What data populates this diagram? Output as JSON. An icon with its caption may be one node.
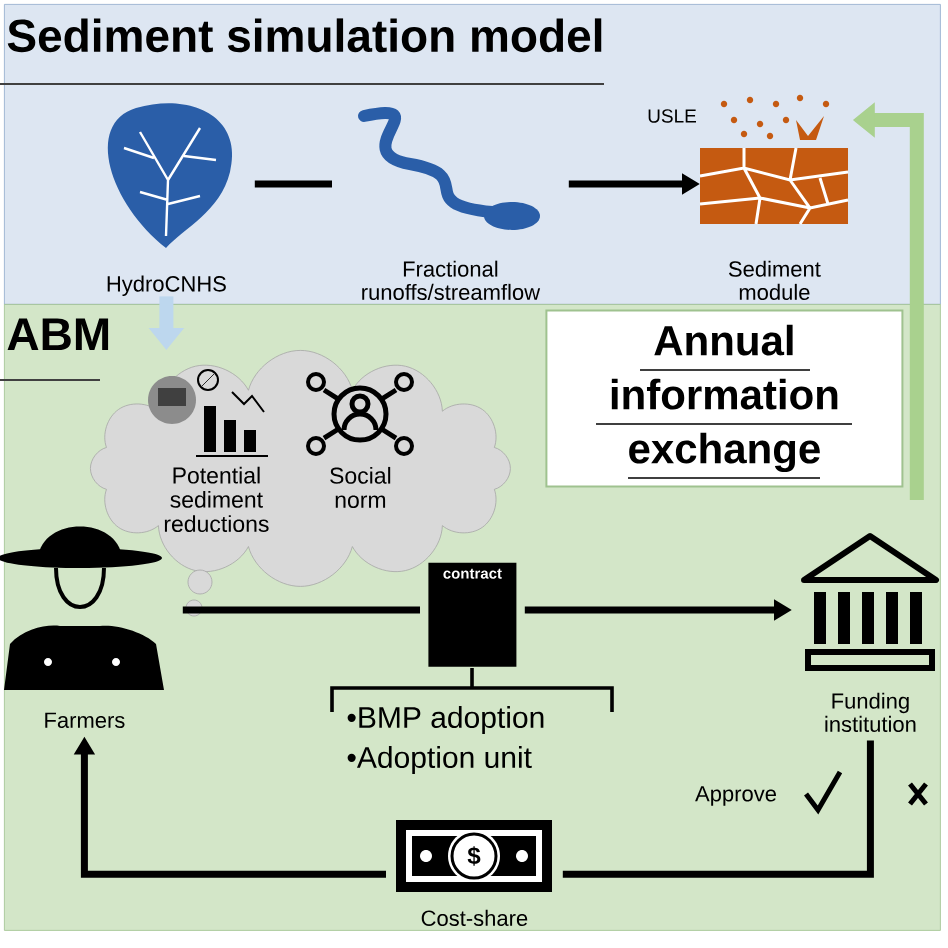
{
  "diagram": {
    "nodes": [
      {
        "text": [
          "Sediment simulation model"
        ]
      },
      {
        "text": [
          "HydroCNHS"
        ],
        "in": 0
      },
      {
        "text": [
          "Fractional runoffs/streamflow"
        ],
        "in": 0
      },
      {
        "text": [
          "Sediment module"
        ],
        "in": 0
      },
      {
        "text": [
          "ABM"
        ]
      },
      {
        "text": [
          "Annual information exchange"
        ],
        "in": 4
      },
      {
        "text": [],
        "shape": "cloud",
        "in": 4
      },
      {
        "text": [
          "Potential sediment reductions"
        ],
        "in": 6
      },
      {
        "text": [
          "Social norm"
        ],
        "in": 6
      },
      {
        "text": [
          "Farmers"
        ],
        "in": 4
      },
      {
        "text": [
          "contract"
        ],
        "beside": [
          "•BMP adoption",
          "•Adoption unit"
        ],
        "in": 4
      },
      {
        "text": [
          "Funding institution"
        ],
        "in": 4
      },
      {
        "text": [
          "$",
          "Cost-share"
        ],
        "in": 4
      }
    ],
    "edges": [
      {
        "from": 1,
        "to": 2,
        "arrow": "none"
      },
      {
        "from": 2,
        "to": 3,
        "arrow": "to"
      },
      {
        "from": 1,
        "to": 6,
        "arrow": "to",
        "style": "thick",
        "color": "#bdd7ee"
      },
      {
        "from": 4,
        "to": 3,
        "arrow": "to",
        "style": "thick",
        "color": "#a9d18e"
      },
      {
        "from": 9,
        "to": 10,
        "arrow": "none"
      },
      {
        "from": 10,
        "to": 11,
        "arrow": "to"
      },
      {
        "from": 11,
        "to": 12,
        "arrow": "none"
      },
      {
        "from": 12,
        "to": 9,
        "arrow": "to"
      }
    ],
    "labels": [
      "USLE",
      "Approve"
    ]
  }
}
